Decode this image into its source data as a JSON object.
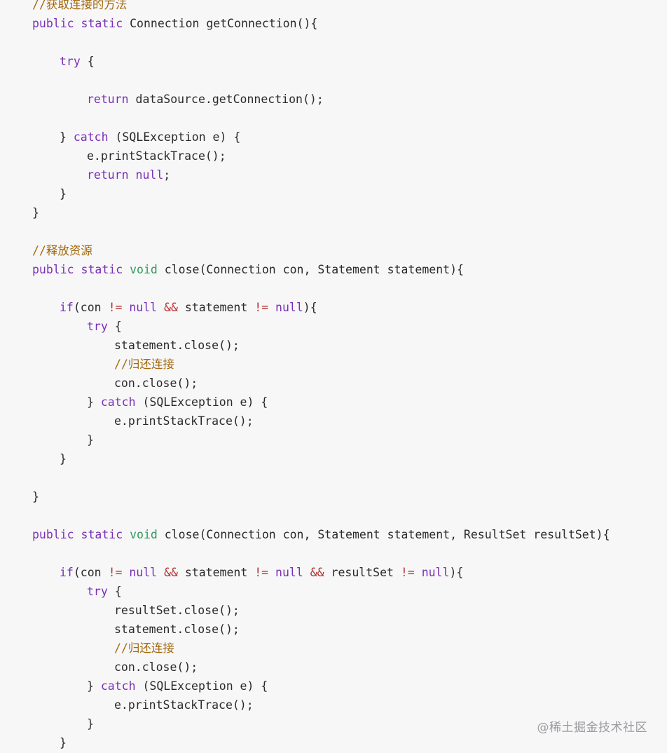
{
  "code": {
    "kw_public": "public",
    "kw_static": "static",
    "kw_try": "try",
    "kw_return": "return",
    "kw_catch": "catch",
    "kw_null": "null",
    "kw_if": "if",
    "kw_void": "void",
    "op_neq": "!=",
    "op_and": "&&",
    "lines": {
      "l1_comment": "//获取连接的方法",
      "l2_sig": "Connection getConnection(){",
      "l3_try": "{",
      "l4_return": "dataSource.getConnection();",
      "l5_catch_open": "}",
      "l5_catch_rest": "(SQLException e) {",
      "l6": "e.printStackTrace();",
      "l7_return": ";",
      "l8": "}",
      "l9": "}",
      "l10_comment": "//释放资源",
      "l11_sig": "close(Connection con, Statement statement){",
      "l12_cond_a": "(con",
      "l12_cond_b": "statement",
      "l12_end": "){",
      "l13_try": "{",
      "l14": "statement.close();",
      "l15_comment": "//归还连接",
      "l16": "con.close();",
      "l17_catch_open": "}",
      "l17_catch_rest": "(SQLException e) {",
      "l18": "e.printStackTrace();",
      "l19": "}",
      "l20": "}",
      "l21": "}",
      "l22_sig": "close(Connection con, Statement statement, ResultSet resultSet){",
      "l23_cond_a": "(con",
      "l23_cond_b": "statement",
      "l23_cond_c": "resultSet",
      "l23_end": "){",
      "l24_try": "{",
      "l25": "resultSet.close();",
      "l26": "statement.close();",
      "l27_comment": "//归还连接",
      "l28": "con.close();",
      "l29_catch_open": "}",
      "l29_catch_rest": "(SQLException e) {",
      "l30": "e.printStackTrace();",
      "l31": "}",
      "l32": "}"
    }
  },
  "watermark": "@稀土掘金技术社区",
  "colors": {
    "background": "#f7f7f8",
    "keyword": "#7a2fb5",
    "comment": "#a3690d",
    "operator": "#b3322e",
    "type_void": "#2f9a5a",
    "text": "#2a2a2a"
  }
}
